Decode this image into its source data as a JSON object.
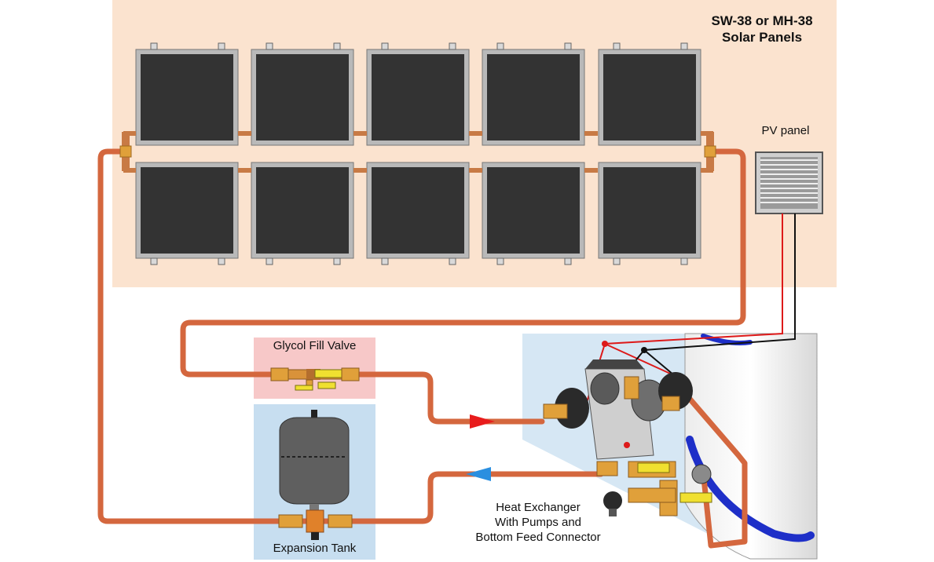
{
  "labels": {
    "panels_line1": "SW-38 or MH-38",
    "panels_line2": "Solar Panels",
    "pv_panel": "PV panel",
    "glycol_fill_valve": "Glycol Fill Valve",
    "expansion_tank": "Expansion Tank",
    "heat_exchanger_line1": "Heat Exchanger",
    "heat_exchanger_line2": "With Pumps and",
    "heat_exchanger_line3": "Bottom Feed Connector"
  },
  "components": {
    "solar_panel_count": 10,
    "solar_panel_rows": 2,
    "solar_panel_columns": 5
  },
  "colors": {
    "panel_zone": "#fbe3cf",
    "glycol_zone": "#f7c8c8",
    "tank_zone": "#c7def0",
    "hx_zone": "#d6e7f4",
    "copper_pipe": "#d4673e",
    "panel_face": "#333333",
    "panel_frame": "#b9b9b9",
    "supply_arrow": "#e81c1c",
    "return_arrow": "#2a8fe0",
    "wire_red": "#dd1a1a",
    "wire_black": "#111111",
    "brass": "#e0a03a",
    "valve_handle": "#f0e030",
    "tank_body": "#5f5f5f",
    "storage_tank": "#f2f2f2",
    "dip_tube": "#1e2fc8"
  }
}
